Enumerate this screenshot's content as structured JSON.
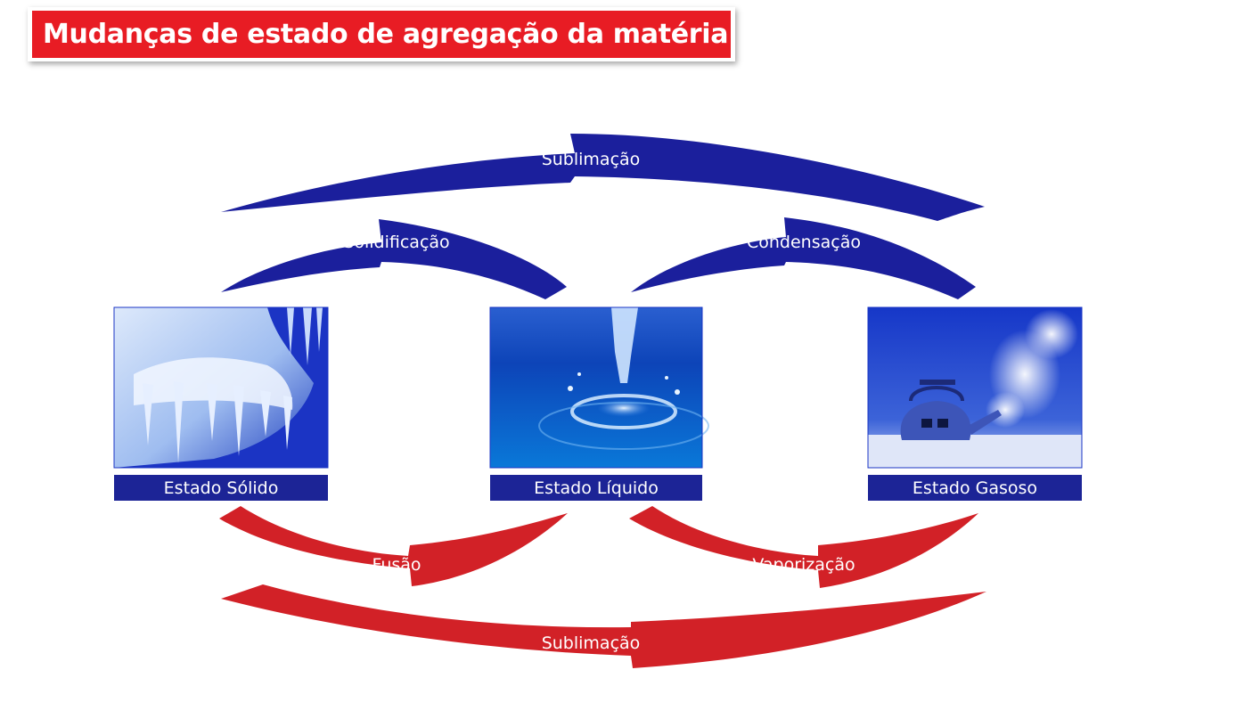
{
  "header": {
    "title": "Mudanças de estado de agregação da matéria"
  },
  "colors": {
    "title_bg": "#e81c24",
    "cooling_arrow": "#1b1f9c",
    "heating_arrow": "#d22127",
    "state_label_bg": "#1c2496"
  },
  "states": [
    {
      "name": "solid",
      "label": "Estado Sólido"
    },
    {
      "name": "liquid",
      "label": "Estado Líquido"
    },
    {
      "name": "gas",
      "label": "Estado Gasoso"
    }
  ],
  "arrows": {
    "top_sublimation": "Sublimação",
    "solidification": "Solidificação",
    "condensation": "Condensação",
    "fusion": "Fusão",
    "vaporization": "Vaporização",
    "bottom_sublimation": "Sublimação"
  }
}
